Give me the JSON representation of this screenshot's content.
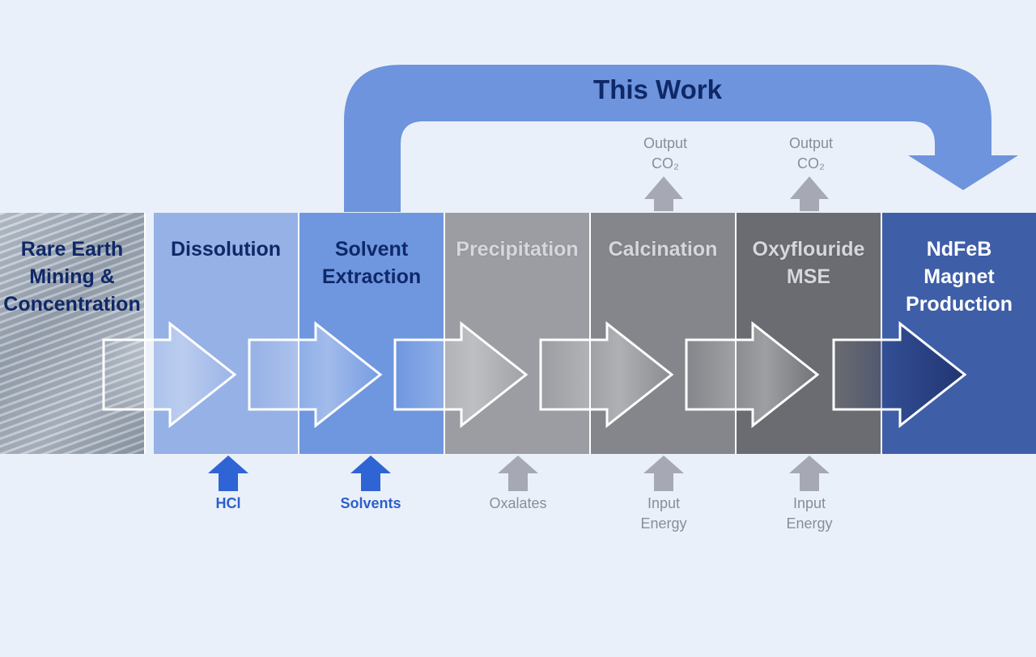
{
  "title": "This Work",
  "stages": [
    {
      "label": "Rare Earth\nMining &\nConcentration"
    },
    {
      "label": "Dissolution"
    },
    {
      "label": "Solvent\nExtraction"
    },
    {
      "label": "Precipitation"
    },
    {
      "label": "Calcination"
    },
    {
      "label": "Oxyflouride\nMSE"
    },
    {
      "label": "NdFeB\nMagnet\nProduction"
    }
  ],
  "outputs": [
    {
      "label": "Output\nCO₂"
    },
    {
      "label": "Output\nCO₂"
    }
  ],
  "inputs": [
    {
      "label": "HCl"
    },
    {
      "label": "Solvents"
    },
    {
      "label": "Oxalates"
    },
    {
      "label": "Input\nEnergy"
    },
    {
      "label": "Input\nEnergy"
    }
  ],
  "colors": {
    "primary_blue": "#6f97e0",
    "dark_navy": "#0f2868",
    "input_blue": "#2c5fcc",
    "neutral_grey": "#a6a8b4"
  }
}
